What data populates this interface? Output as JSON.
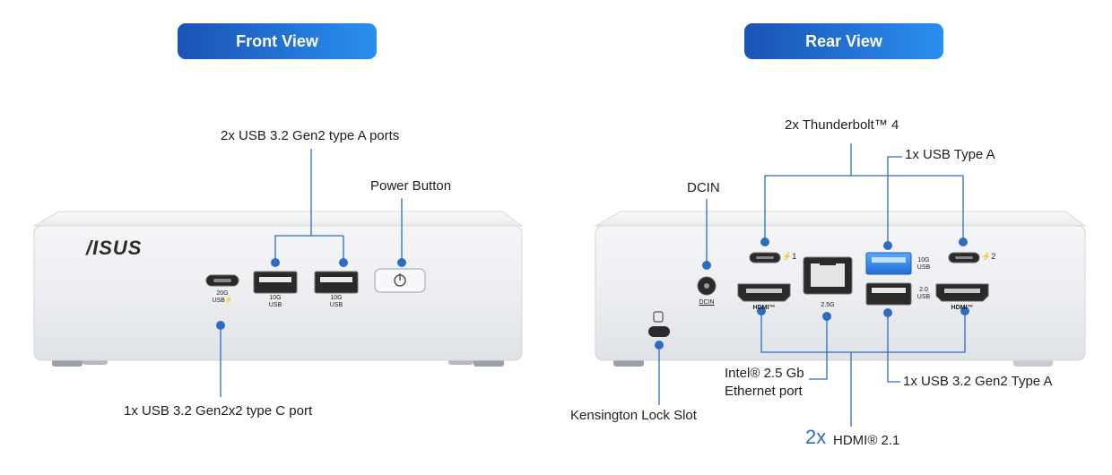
{
  "headers": {
    "front": "Front View",
    "rear": "Rear View"
  },
  "front": {
    "brand_logo": "/ISUS",
    "usbc_speed": "20G",
    "usbc_type": "USB⚡",
    "usba_speed": "10G",
    "usba_type": "USB",
    "callouts": {
      "usb_a": "2x USB 3.2 Gen2 type A ports",
      "power": "Power Button",
      "usb_c": "1x USB 3.2 Gen2x2 type C port"
    }
  },
  "rear": {
    "port_labels": {
      "dcin": "DCIN",
      "hdmi": "HDMI™",
      "ethernet": "2.5G",
      "usb10g_speed": "10G",
      "usb10g_type": "USB",
      "usb20_speed": "2.0",
      "usb20_type": "USB",
      "tb_left": "⚡1",
      "tb_right": "⚡2"
    },
    "callouts": {
      "thunderbolt": "2x Thunderbolt™ 4",
      "usb_type_a": "1x  USB Type A",
      "dcin": "DCIN",
      "ethernet_line1": "Intel® 2.5 Gb",
      "ethernet_line2": "Ethernet port",
      "usb_gen2": "1x USB 3.2 Gen2 Type A",
      "kensington": "Kensington Lock Slot",
      "hdmi_count": "2x",
      "hdmi_name": "HDMI® 2.1"
    }
  },
  "colors": {
    "accent": "#2d6cc0",
    "header_start": "#1a53b5",
    "header_end": "#2a8ff0",
    "chassis": "#eceef1"
  }
}
